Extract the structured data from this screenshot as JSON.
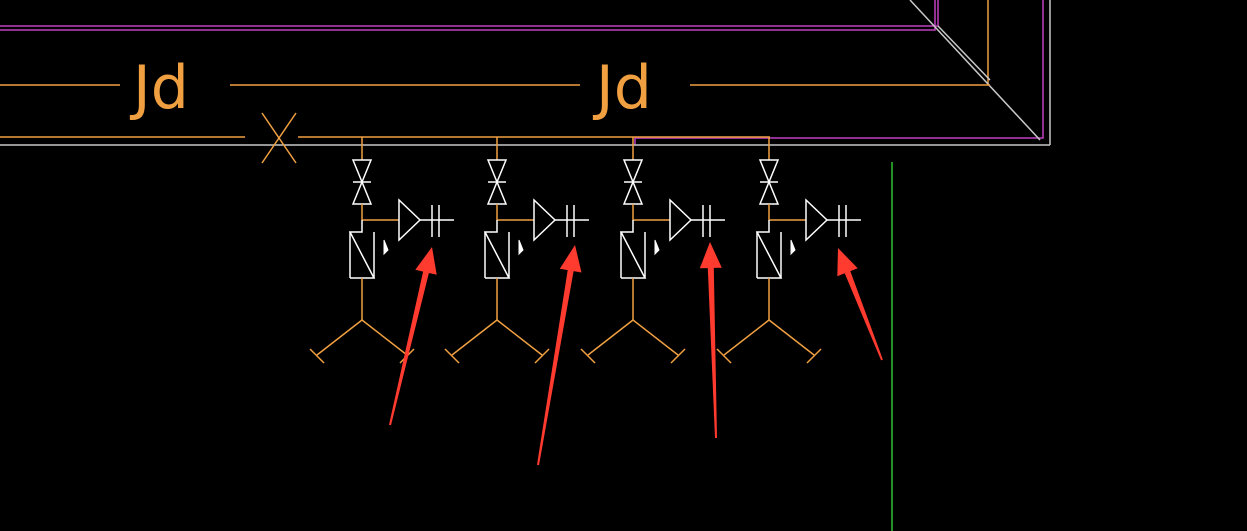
{
  "labels": {
    "pipe_label_1": "Jd",
    "pipe_label_2": "Jd"
  },
  "colors": {
    "background": "#000000",
    "pipe": "#f0a040",
    "border": "#c040c0",
    "frame_line": "#f0a040",
    "symbol": "#ffffff",
    "guide": "#30c030",
    "arrow": "#ff3b30",
    "inner_border": "#c8c8c8"
  },
  "branch_count": 4,
  "arrow_count": 4
}
